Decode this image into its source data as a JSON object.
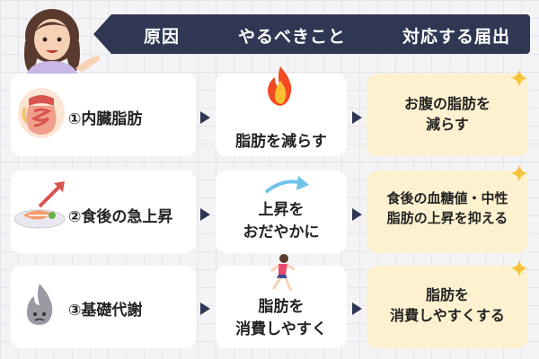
{
  "header": {
    "col1": "原因",
    "col2": "やるべきこと",
    "col3": "対応する届出"
  },
  "rows": [
    {
      "cause": "①内臓脂肪",
      "action": [
        "脂肪を減らす"
      ],
      "result": [
        "お腹の脂肪を",
        "減らす"
      ],
      "icon": "intestine-icon",
      "action_icon": "fire-icon"
    },
    {
      "cause": "②食後の急上昇",
      "action": [
        "上昇を",
        "おだやかに"
      ],
      "result": [
        "食後の血糖値・中性",
        "脂肪の上昇を抑える"
      ],
      "icon": "salmon-plate-icon",
      "action_icon": "curved-arrow-icon"
    },
    {
      "cause": "③基礎代謝",
      "action": [
        "脂肪を",
        "消費しやすく"
      ],
      "result": [
        "脂肪を",
        "消費しやすくする"
      ],
      "icon": "sad-fire-icon",
      "action_icon": "runner-icon"
    }
  ],
  "colors": {
    "banner": "#2f3753",
    "result_card": "#fdf1cf",
    "sparkle": "#f6c33a"
  }
}
